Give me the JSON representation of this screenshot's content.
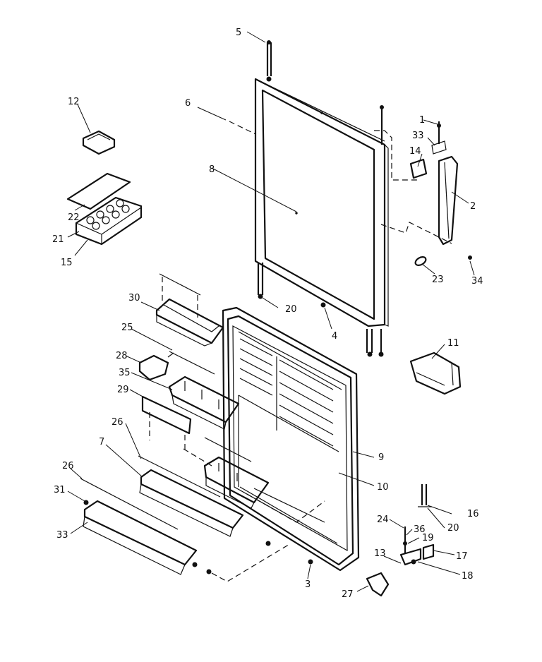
{
  "callouts": {
    "c1": "1",
    "c2": "2",
    "c3": "3",
    "c4": "4",
    "c5": "5",
    "c6": "6",
    "c7": "7",
    "c8": "8",
    "c9": "9",
    "c10": "10",
    "c11": "11",
    "c12": "12",
    "c13": "13",
    "c14": "14",
    "c15": "15",
    "c16": "16",
    "c17": "17",
    "c18": "18",
    "c19": "19",
    "c20a": "20",
    "c20b": "20",
    "c21": "21",
    "c22": "22",
    "c23": "23",
    "c24": "24",
    "c25": "25",
    "c26a": "26",
    "c26b": "26",
    "c27": "27",
    "c28": "28",
    "c29": "29",
    "c30": "30",
    "c31": "31",
    "c33a": "33",
    "c33b": "33",
    "c34": "34",
    "c35": "35",
    "c36": "36"
  }
}
